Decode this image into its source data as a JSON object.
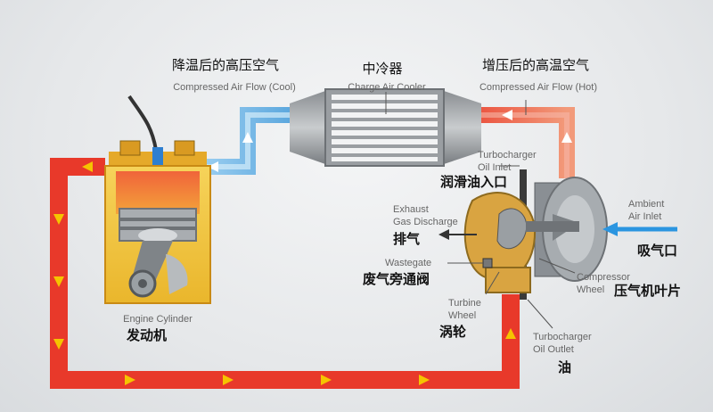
{
  "labels": {
    "cooled_flow_cn": "降温后的高压空气",
    "cooled_flow_en": "Compressed Air Flow (Cool)",
    "intercooler_cn": "中冷器",
    "intercooler_en": "Charge Air Cooler",
    "hot_flow_cn": "增压后的高温空气",
    "hot_flow_en": "Compressed Air Flow (Hot)",
    "oil_inlet_en_1": "Turbocharger",
    "oil_inlet_en_2": "Oil Inlet",
    "oil_inlet_cn": "润滑油入口",
    "exhaust_en_1": "Exhaust",
    "exhaust_en_2": "Gas Discharge",
    "exhaust_cn": "排气",
    "wastegate_en": "Wastegate",
    "wastegate_cn": "废气旁通阀",
    "turbine_en_1": "Turbine",
    "turbine_en_2": "Wheel",
    "turbine_cn": "涡轮",
    "ambient_en_1": "Ambient",
    "ambient_en_2": "Air Inlet",
    "ambient_cn": "吸气口",
    "compressor_en_1": "Compressor",
    "compressor_en_2": "Wheel",
    "compressor_cn": "压气机叶片",
    "engine_en": "Engine Cylinder",
    "engine_cn": "发动机",
    "oil_outlet_en_1": "Turbocharger",
    "oil_outlet_en_2": "Oil Outlet",
    "oil_outlet_cn": "油"
  },
  "colors": {
    "hot_pipe": "#e8392a",
    "cool_pipe": "#6cb5e6",
    "arrow": "#f5c400",
    "turbine": "#d9a441",
    "piston": "#8a8f94"
  }
}
